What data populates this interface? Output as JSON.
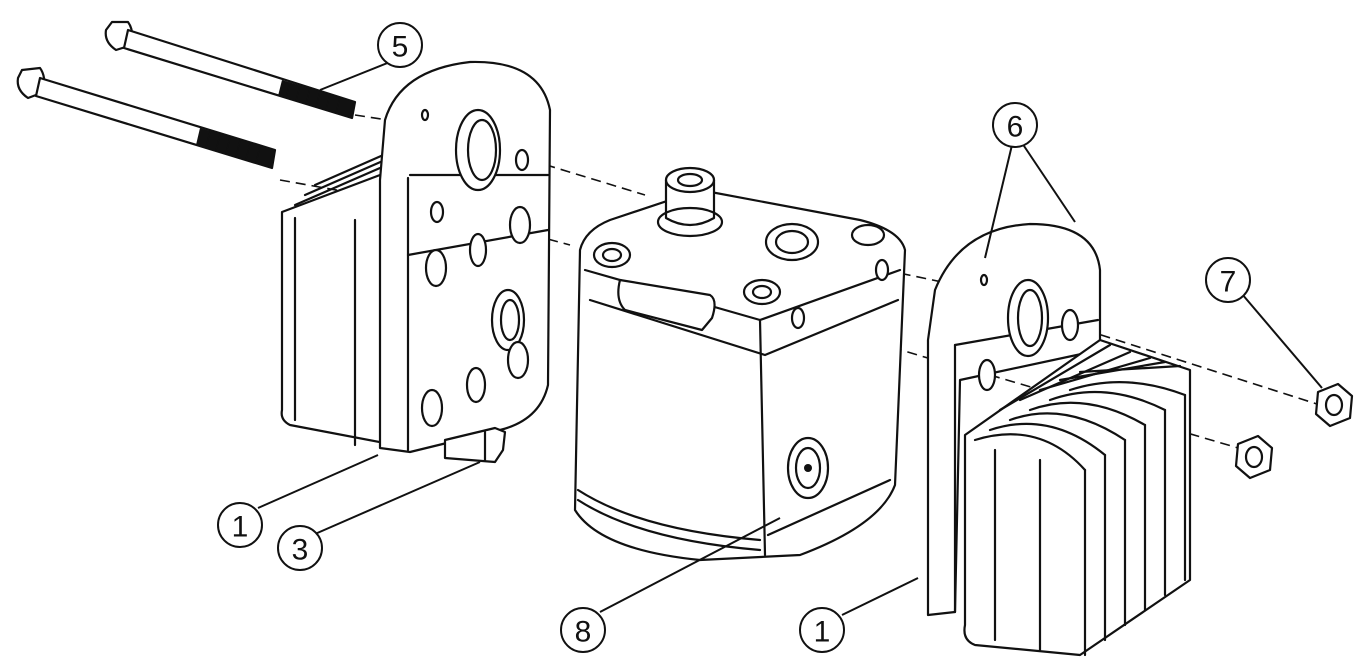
{
  "callouts": [
    {
      "id": "c1a",
      "label": "1"
    },
    {
      "id": "c3",
      "label": "3"
    },
    {
      "id": "c5",
      "label": "5"
    },
    {
      "id": "c6",
      "label": "6"
    },
    {
      "id": "c7",
      "label": "7"
    },
    {
      "id": "c8",
      "label": "8"
    },
    {
      "id": "c1b",
      "label": "1"
    }
  ],
  "colors": {
    "line": "#111111",
    "background": "#ffffff"
  }
}
